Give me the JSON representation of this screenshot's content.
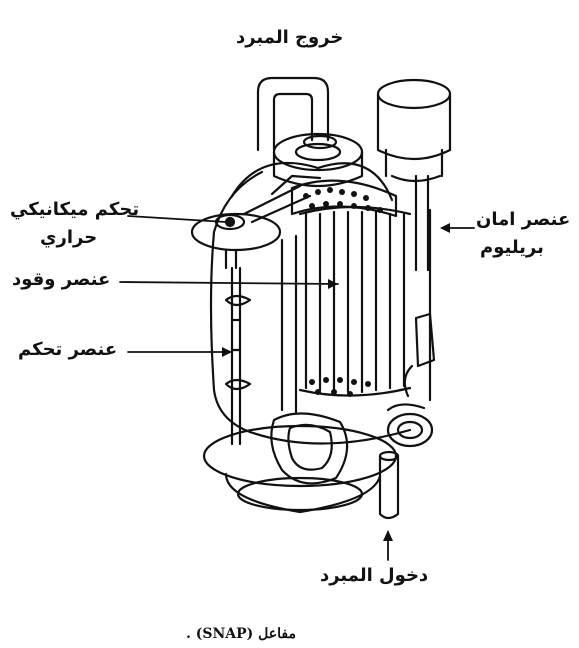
{
  "diagram": {
    "labels": {
      "coolant_outlet": "خروج المبرد",
      "thermal_mechanical_control_line1": "تحكم ميكانيكي",
      "thermal_mechanical_control_line2": "حراري",
      "fuel_element": "عنصر وقود",
      "control_element": "عنصر تحكم",
      "beryllium_safety_element_line1": "عنصر امان",
      "beryllium_safety_element_line2": "بريليوم",
      "coolant_inlet": "دخول المبرد"
    },
    "caption": {
      "name": "مفاعل",
      "code": "(SNAP)",
      "period": "."
    },
    "colors": {
      "ink": "#111111",
      "background": "#ffffff"
    }
  }
}
